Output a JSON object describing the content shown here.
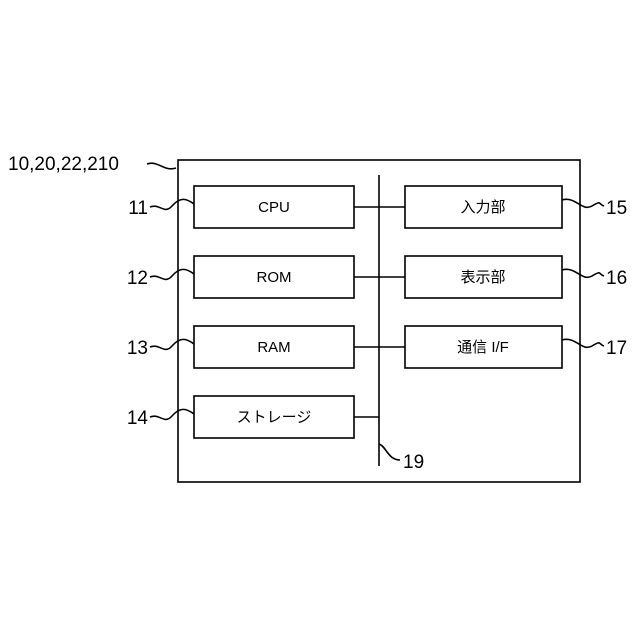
{
  "device_ref": "10,20,22,210",
  "bus_ref": "19",
  "left_blocks": [
    {
      "ref": "11",
      "label": "CPU"
    },
    {
      "ref": "12",
      "label": "ROM"
    },
    {
      "ref": "13",
      "label": "RAM"
    },
    {
      "ref": "14",
      "label": "ストレージ"
    }
  ],
  "right_blocks": [
    {
      "ref": "15",
      "label": "入力部"
    },
    {
      "ref": "16",
      "label": "表示部"
    },
    {
      "ref": "17",
      "label": "通信 I/F"
    }
  ]
}
